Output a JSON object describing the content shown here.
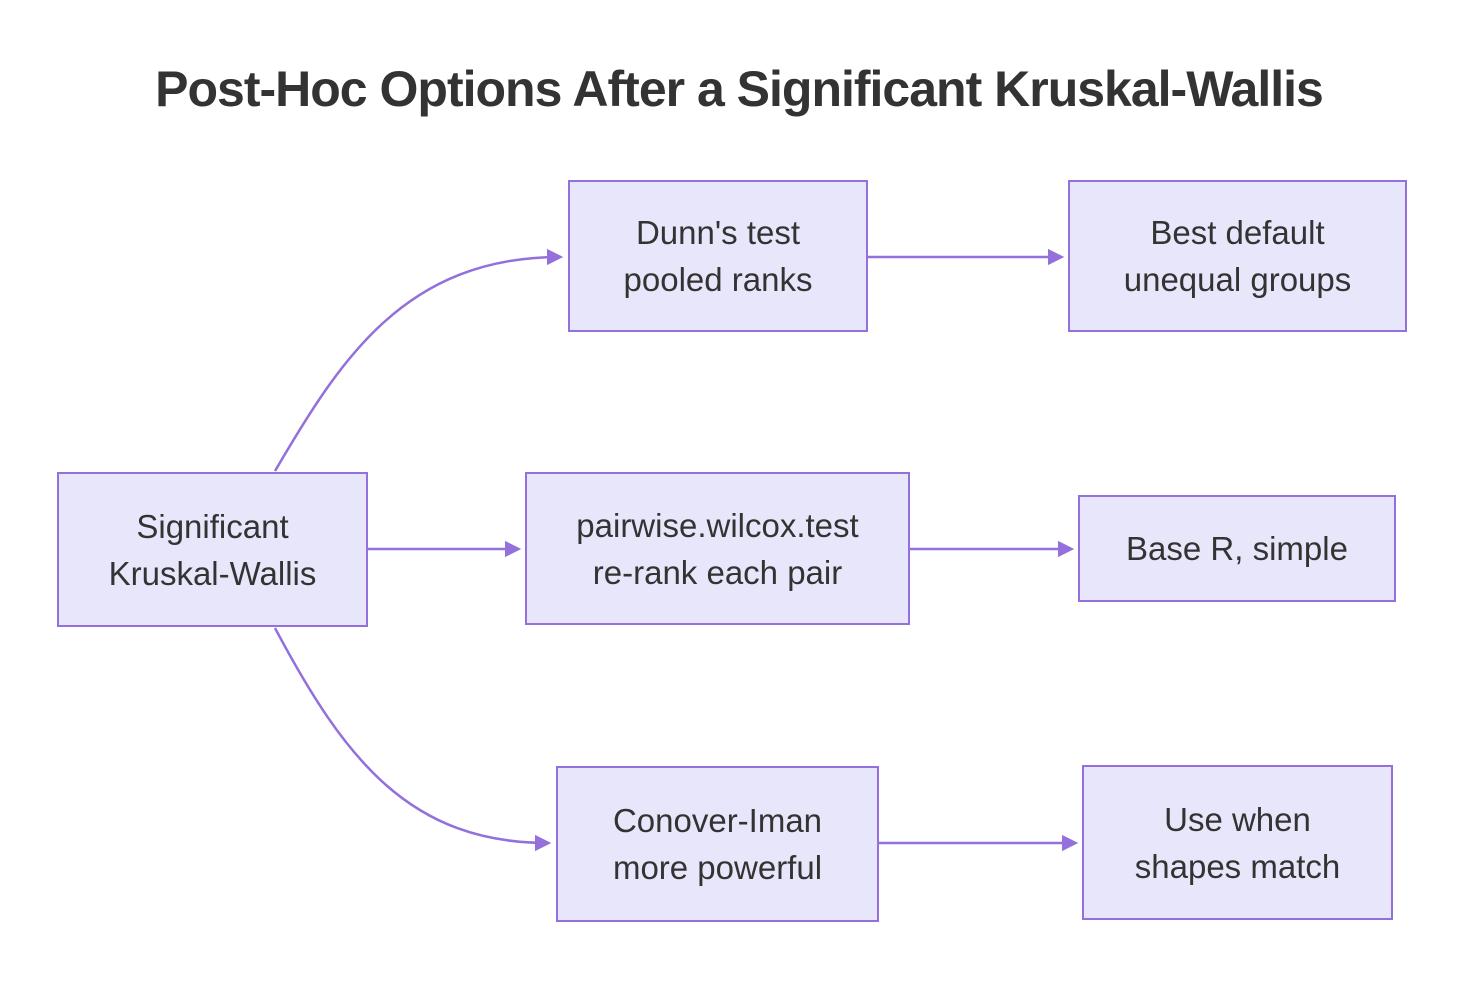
{
  "title": "Post-Hoc Options After a Significant Kruskal-Wallis",
  "diagram": {
    "nodes": {
      "root": {
        "lines": [
          "Significant",
          "Kruskal-Wallis"
        ]
      },
      "dunn": {
        "lines": [
          "Dunn's test",
          "pooled ranks"
        ]
      },
      "dunn_outcome": {
        "lines": [
          "Best default",
          "unequal groups"
        ]
      },
      "pairwise": {
        "lines": [
          "pairwise.wilcox.test",
          "re-rank each pair"
        ]
      },
      "pairwise_outcome": {
        "lines": [
          "Base R, simple"
        ]
      },
      "conover": {
        "lines": [
          "Conover-Iman",
          "more powerful"
        ]
      },
      "conover_outcome": {
        "lines": [
          "Use when",
          "shapes match"
        ]
      }
    },
    "edges": [
      {
        "from": "root",
        "to": "dunn"
      },
      {
        "from": "root",
        "to": "pairwise"
      },
      {
        "from": "root",
        "to": "conover"
      },
      {
        "from": "dunn",
        "to": "dunn_outcome"
      },
      {
        "from": "pairwise",
        "to": "pairwise_outcome"
      },
      {
        "from": "conover",
        "to": "conover_outcome"
      }
    ],
    "colors": {
      "node_fill": "#E8E6FA",
      "node_border": "#9370DB",
      "edge": "#9370DB",
      "arrowhead": "#9370DB",
      "text": "#333333",
      "title_text": "#333333",
      "background": "#FFFFFF"
    }
  }
}
